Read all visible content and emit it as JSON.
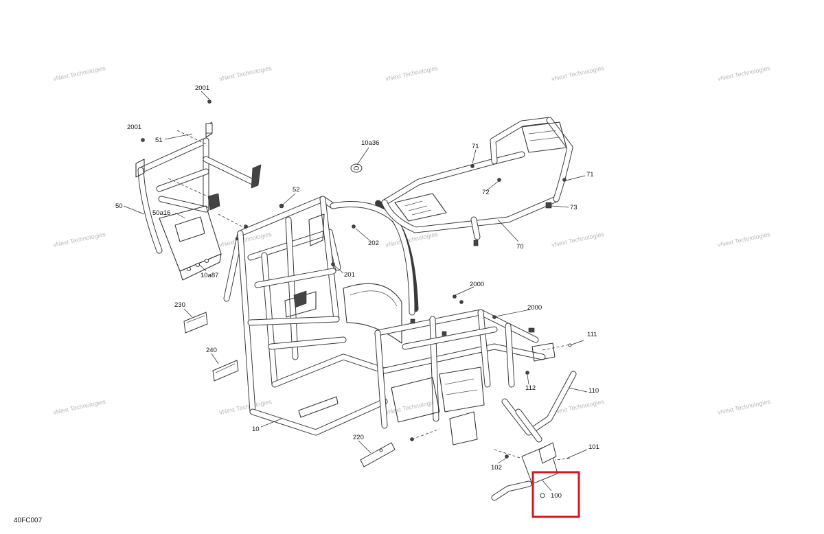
{
  "diagram_code": "40FC007",
  "watermark": {
    "line1": "vNext",
    "line2": "Technologies",
    "line3": "vNext Technologies"
  },
  "callouts": {
    "c2001a": "2001",
    "c2001b": "2001",
    "c51": "51",
    "c50": "50",
    "c50a16": "50a16",
    "c10a87": "10a87",
    "c52": "52",
    "c10a36": "10a36",
    "c202": "202",
    "c201": "201",
    "c71a": "71",
    "c72": "72",
    "c71b": "71",
    "c73": "73",
    "c70": "70",
    "c2000a": "2000",
    "c2000b": "2000",
    "c230": "230",
    "c240": "240",
    "c111": "111",
    "c112": "112",
    "c110": "110",
    "c10": "10",
    "c220": "220",
    "c101": "101",
    "c102": "102",
    "c100": "100"
  },
  "highlight": {
    "target": "100",
    "color": "#d8141c"
  }
}
